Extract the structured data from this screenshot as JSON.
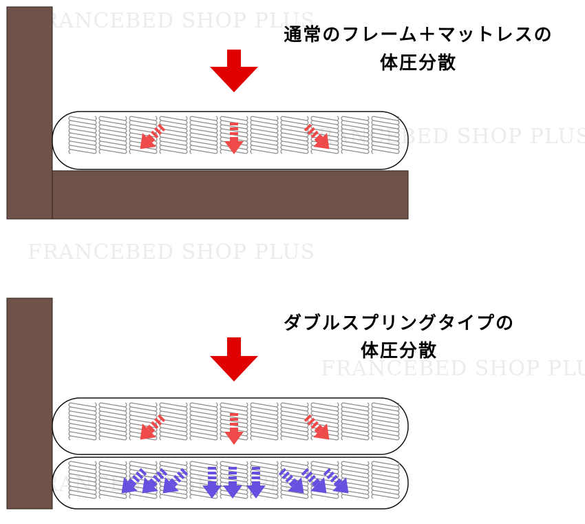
{
  "colors": {
    "frame": "#6f5249",
    "frame_stroke": "#2b1f1a",
    "mattress_outline": "#111111",
    "spring": "#8c8c8c",
    "pressure_arrow": "#e00000",
    "upper_arrow": "#ee4a4a",
    "lower_arrow": "#6650e0",
    "watermark": "#ececec"
  },
  "watermark": "FRANCEBED SHOP PLUS",
  "panels": [
    {
      "title_lines": [
        "通常のフレーム＋マットレスの",
        "体圧分散"
      ],
      "icons": {
        "pressure": "down-arrow-icon",
        "dispersion": "dashed-arrow-icon"
      }
    },
    {
      "title_lines": [
        "ダブルスプリングタイプの",
        "体圧分散"
      ],
      "icons": {
        "pressure": "down-arrow-icon",
        "dispersion": "dashed-arrow-icon"
      }
    }
  ]
}
